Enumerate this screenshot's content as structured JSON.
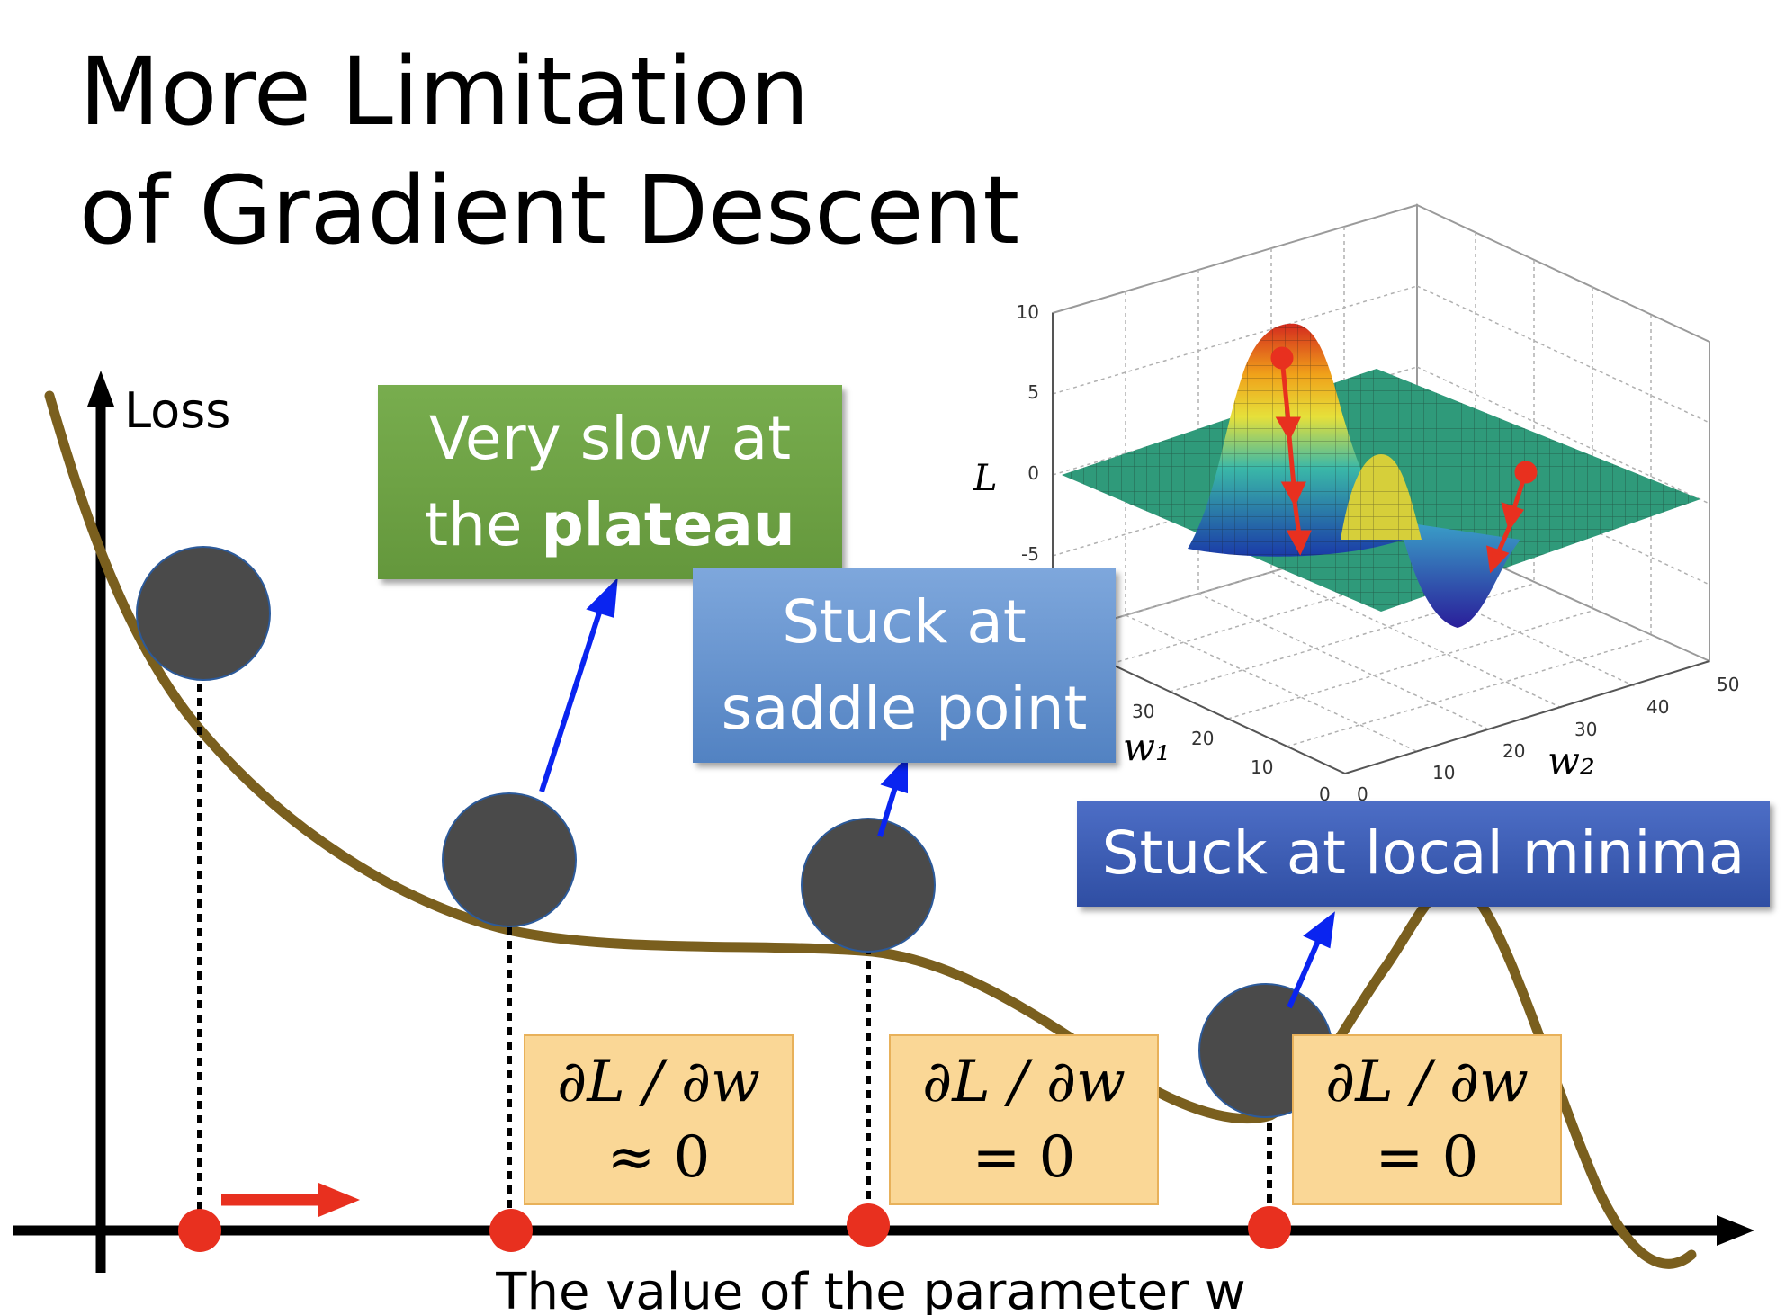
{
  "slide": {
    "title_line1": "More Limitation",
    "title_line2": "of Gradient Descent"
  },
  "axes": {
    "y_label": "Loss",
    "x_label": "The value of the parameter w"
  },
  "callouts": {
    "plateau_line1": "Very slow at",
    "plateau_line2_prefix": "the ",
    "plateau_line2_bold": "plateau",
    "saddle_line1": "Stuck at",
    "saddle_line2": "saddle point",
    "local": "Stuck at local minima"
  },
  "derivatives": [
    {
      "expr": "∂L / ∂w",
      "value": "≈ 0"
    },
    {
      "expr": "∂L / ∂w",
      "value": "= 0"
    },
    {
      "expr": "∂L / ∂w",
      "value": "= 0"
    }
  ],
  "surface_plot": {
    "z_label": "L",
    "w1_label": "w₁",
    "w2_label": "w₂",
    "z_ticks": [
      "10",
      "5",
      "0",
      "-5"
    ],
    "w1_ticks": [
      "30",
      "20",
      "10",
      "0"
    ],
    "w2_ticks": [
      "0",
      "10",
      "20",
      "30",
      "40",
      "50"
    ]
  },
  "colors": {
    "curve": "#7a5f1e",
    "ball": "#4a4a4a",
    "point": "#e8301f",
    "arrow_blue": "#0a24f0",
    "arrow_red": "#e8301f"
  }
}
